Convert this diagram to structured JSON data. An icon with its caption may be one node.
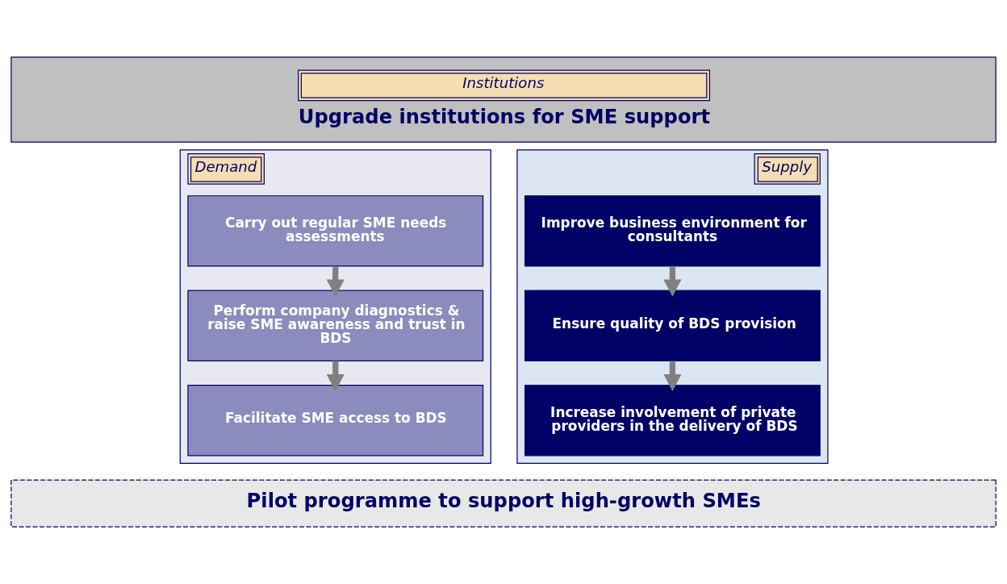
{
  "diagram": {
    "nodes": [
      {
        "text": [
          "Institutions",
          "Upgrade institutions for SME support"
        ]
      },
      {
        "text": [
          "Demand"
        ]
      },
      {
        "text": [
          "Carry out regular SME needs assessments"
        ],
        "in": 1
      },
      {
        "text": [
          "Perform company diagnostics & raise SME awareness and trust in BDS"
        ],
        "in": 1
      },
      {
        "text": [
          "Facilitate SME access to BDS"
        ],
        "in": 1
      },
      {
        "text": [
          "Supply"
        ]
      },
      {
        "text": [
          "Improve business environment for consultants"
        ],
        "in": 5
      },
      {
        "text": [
          "Ensure quality of BDS provision"
        ],
        "in": 5
      },
      {
        "text": [
          "Increase involvement of private providers in the delivery of BDS"
        ],
        "in": 5
      },
      {
        "text": [
          "Pilot programme to support high-growth SMEs"
        ]
      }
    ],
    "edges": [
      {
        "from": 2,
        "to": 3,
        "arrow": "to"
      },
      {
        "from": 3,
        "to": 4,
        "arrow": "to"
      },
      {
        "from": 6,
        "to": 7,
        "arrow": "to"
      },
      {
        "from": 7,
        "to": 8,
        "arrow": "to"
      }
    ]
  }
}
